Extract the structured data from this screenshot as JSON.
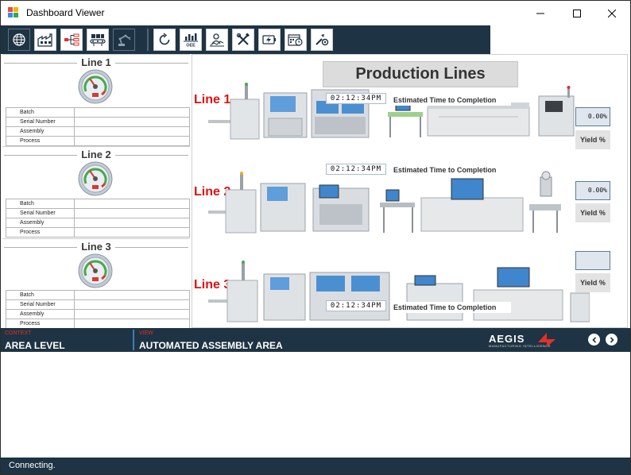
{
  "window": {
    "title": "Dashboard Viewer",
    "controls": [
      "minimize-icon",
      "maximize-icon",
      "close-icon"
    ]
  },
  "toolbar": {
    "group1": [
      {
        "name": "globe-icon",
        "active": true
      },
      {
        "name": "factory-icon",
        "active": false
      },
      {
        "name": "hierarchy-icon",
        "active": false
      },
      {
        "name": "conveyor-icon",
        "active": false
      },
      {
        "name": "robot-arm-icon",
        "active": true
      }
    ],
    "group2": [
      {
        "name": "refresh-cycle-icon"
      },
      {
        "name": "oee-chart-icon",
        "label": "OEE"
      },
      {
        "name": "operator-chart-icon"
      },
      {
        "name": "tools-icon"
      },
      {
        "name": "power-icon"
      },
      {
        "name": "calendar-clock-icon"
      },
      {
        "name": "maintenance-icon"
      }
    ]
  },
  "left_panel": {
    "lines": [
      {
        "title": "Line 1",
        "fields": [
          {
            "label": "Batch",
            "value": ""
          },
          {
            "label": "Serial Number",
            "value": ""
          },
          {
            "label": "Assembly",
            "value": ""
          },
          {
            "label": "Process",
            "value": ""
          }
        ]
      },
      {
        "title": "Line 2",
        "fields": [
          {
            "label": "Batch",
            "value": ""
          },
          {
            "label": "Serial Number",
            "value": ""
          },
          {
            "label": "Assembly",
            "value": ""
          },
          {
            "label": "Process",
            "value": ""
          }
        ]
      },
      {
        "title": "Line 3",
        "fields": [
          {
            "label": "Batch",
            "value": ""
          },
          {
            "label": "Serial Number",
            "value": ""
          },
          {
            "label": "Assembly",
            "value": ""
          },
          {
            "label": "Process",
            "value": ""
          }
        ]
      }
    ]
  },
  "production": {
    "title": "Production Lines",
    "lines": [
      {
        "label": "Line 1",
        "timer": "02:12:34PM",
        "etc_label": "Estimated Time to Completion",
        "percent": "0.00%",
        "yield_label": "Yield %"
      },
      {
        "label": "Line 2",
        "timer": "02:12:34PM",
        "etc_label": "Estimated Time to Completion",
        "percent": "0.00%",
        "yield_label": "Yield %"
      },
      {
        "label": "Line 3",
        "timer": "02:12:34PM",
        "etc_label": "Estimated Time to Completion",
        "percent": "",
        "yield_label": "Yield %"
      }
    ]
  },
  "navbar": {
    "context_caption": "CONTEXT",
    "context_value": "AREA LEVEL",
    "view_caption": "VIEW",
    "view_value": "AUTOMATED ASSEMBLY AREA",
    "logo_text": "AEGIS",
    "logo_subtext": "MANUFACTURING INTELLIGENCE"
  },
  "status": {
    "text": "Connecting."
  },
  "colors": {
    "dark_navy": "#1e3343",
    "accent_red": "#e01010",
    "divider_blue": "#3f7fb4"
  }
}
